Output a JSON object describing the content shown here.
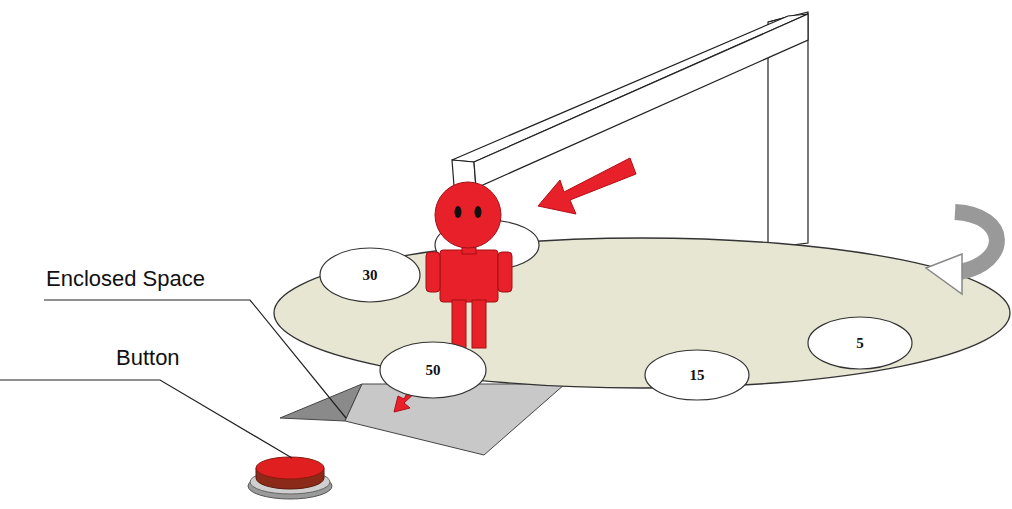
{
  "diagram": {
    "nodes": [
      {
        "text": [
          "30"
        ]
      },
      {
        "text": [
          "50"
        ]
      },
      {
        "text": [
          "15"
        ]
      },
      {
        "text": [
          "5"
        ]
      }
    ],
    "labels": [
      "Enclosed Space",
      "Button"
    ]
  }
}
